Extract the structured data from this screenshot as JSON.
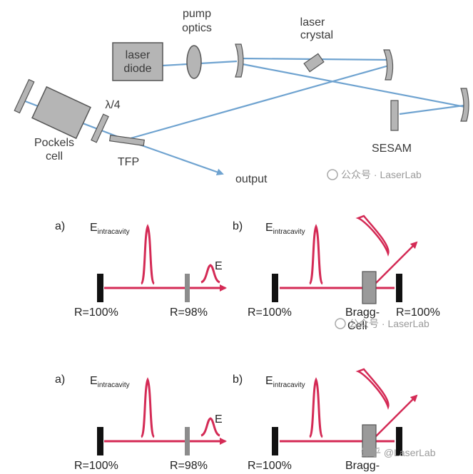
{
  "top_diagram": {
    "labels": {
      "pump_optics_line1": "pump",
      "pump_optics_line2": "optics",
      "laser_crystal_line1": "laser",
      "laser_crystal_line2": "crystal",
      "laser_diode_line1": "laser",
      "laser_diode_line2": "diode",
      "lambda_quarter": "λ/4",
      "pockels_line1": "Pockels",
      "pockels_line2": "cell",
      "tfp": "TFP",
      "sesam": "SESAM",
      "output": "output"
    },
    "colors": {
      "beam": "#6fa3d0",
      "component": "#b5b5b5",
      "component_stroke": "#6a6a6a"
    }
  },
  "panels": [
    {
      "id": "a",
      "tag": "a)",
      "e_label": "E",
      "e_sub": "intracavity",
      "out_label": "E",
      "mirror_left_label": "R=100%",
      "mirror_right_label": "R=98%"
    },
    {
      "id": "b",
      "tag": "b)",
      "e_label": "E",
      "e_sub": "intracavity",
      "mirror_left_label": "R=100%",
      "bragg_line1": "Bragg-",
      "bragg_line2": "Cell",
      "mirror_right_label": "R=100%"
    },
    {
      "id": "a2",
      "tag": "a)",
      "e_label": "E",
      "e_sub": "intracavity",
      "out_label": "E",
      "mirror_left_label": "R=100%",
      "mirror_right_label": "R=98%"
    },
    {
      "id": "b2",
      "tag": "b)",
      "e_label": "E",
      "e_sub": "intracavity",
      "mirror_left_label": "R=100%",
      "bragg_line1": "Bragg-"
    }
  ],
  "colors": {
    "cavity": "#d42a55",
    "mirror_black": "#111111",
    "mirror_grey": "#8c8c8c",
    "bragg_fill": "#9a9a9a"
  },
  "watermarks": {
    "wm1": "公众号 · LaserLab",
    "wm2": "公众号 · LaserLab",
    "wm3": "知乎 @LaserLab"
  }
}
